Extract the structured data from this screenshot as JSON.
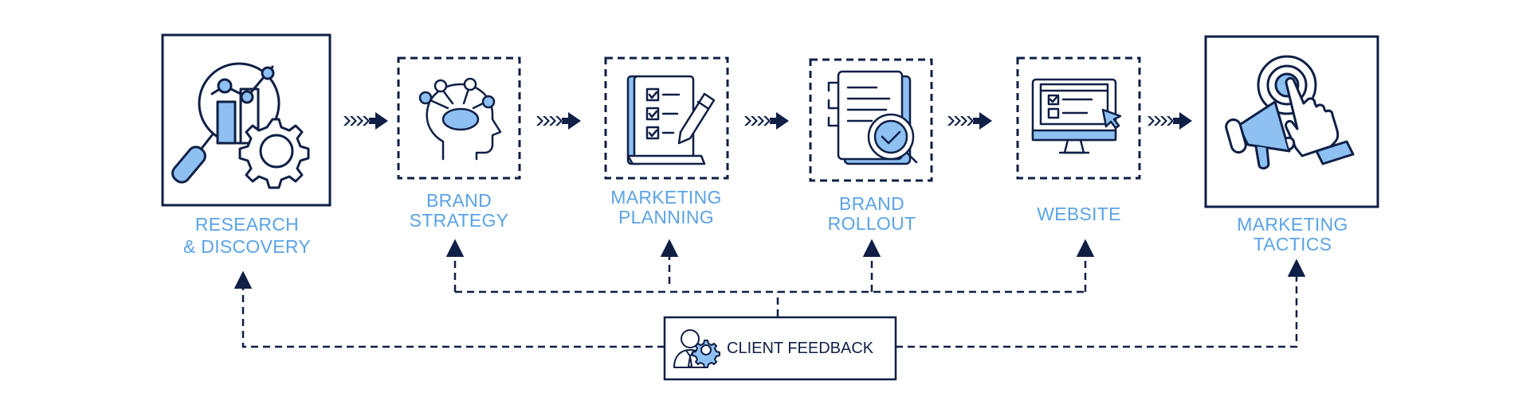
{
  "steps": [
    {
      "line1": "RESEARCH",
      "line2": "& DISCOVERY"
    },
    {
      "line1": "BRAND",
      "line2": "STRATEGY"
    },
    {
      "line1": "MARKETING",
      "line2": "PLANNING"
    },
    {
      "line1": "BRAND",
      "line2": "ROLLOUT"
    },
    {
      "line1": "WEBSITE",
      "line2": ""
    },
    {
      "line1": "MARKETING",
      "line2": "TACTICS"
    }
  ],
  "feedback": {
    "label": "CLIENT FEEDBACK"
  },
  "colors": {
    "navy": "#0f1f45",
    "accent_blue": "#5aa3e6",
    "fill_blue": "#8ec0f2"
  },
  "icons": [
    "research-icon",
    "brain-head-icon",
    "checklist-icon",
    "clipboard-check-icon",
    "website-monitor-icon",
    "megaphone-click-icon",
    "user-gear-icon"
  ]
}
